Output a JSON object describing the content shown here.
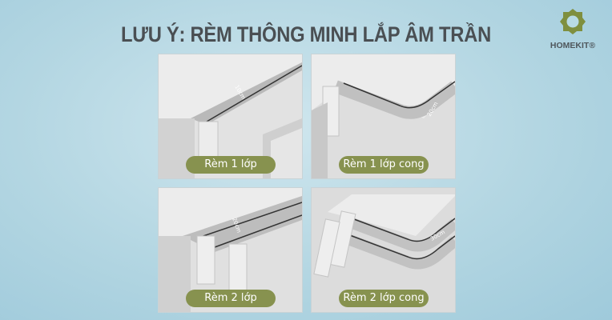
{
  "title": "LƯU Ý: RÈM THÔNG MINH LẮP ÂM TRẦN",
  "logo": {
    "text": "HOMEKIT®",
    "color": "#7f8f3f"
  },
  "accent": "#87924f",
  "panels": [
    {
      "label": "Rèm 1 lớp",
      "dimension": "10cm"
    },
    {
      "label": "Rèm 1 lớp cong",
      "dimension": "20cm"
    },
    {
      "label": "Rèm 2 lớp",
      "dimension": "20cm"
    },
    {
      "label": "Rèm 2 lớp cong",
      "dimension": "30cm"
    }
  ]
}
